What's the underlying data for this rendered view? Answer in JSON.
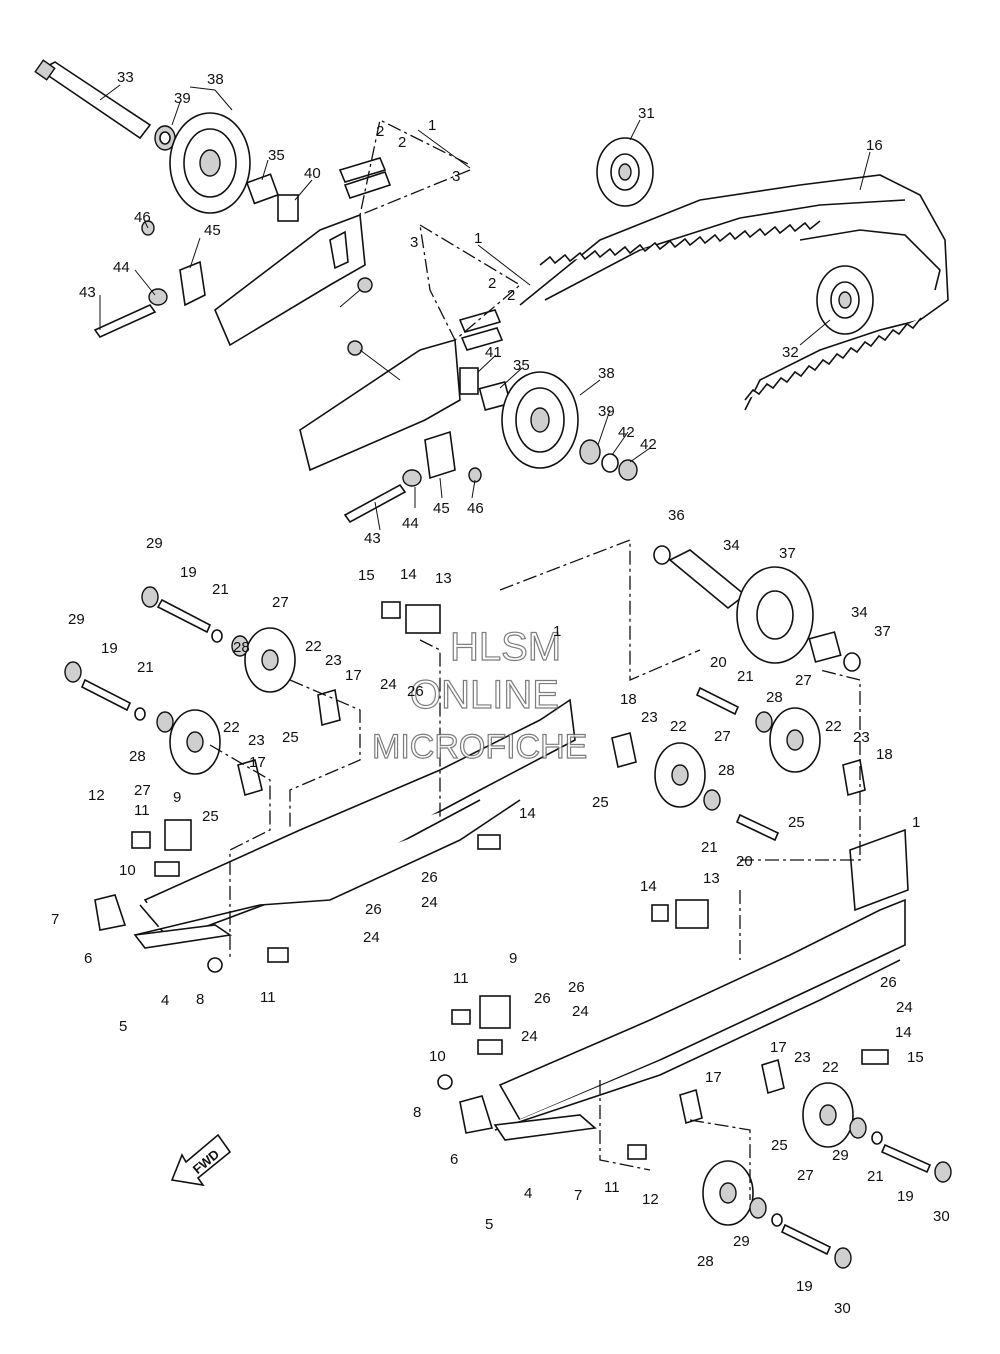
{
  "watermark": {
    "line1": "HLSM",
    "line2": "ONLINE",
    "line3": "MICROFICHE"
  },
  "direction_label": "FWD",
  "callouts": [
    "1",
    "1",
    "1",
    "1",
    "2",
    "2",
    "2",
    "2",
    "3",
    "3",
    "4",
    "4",
    "5",
    "5",
    "6",
    "6",
    "7",
    "7",
    "8",
    "8",
    "9",
    "9",
    "10",
    "10",
    "11",
    "11",
    "11",
    "11",
    "12",
    "12",
    "13",
    "13",
    "14",
    "14",
    "14",
    "14",
    "15",
    "15",
    "16",
    "17",
    "17",
    "17",
    "17",
    "18",
    "18",
    "19",
    "19",
    "19",
    "19",
    "20",
    "20",
    "21",
    "21",
    "21",
    "21",
    "21",
    "22",
    "22",
    "22",
    "22",
    "22",
    "23",
    "23",
    "23",
    "23",
    "23",
    "24",
    "24",
    "24",
    "24",
    "24",
    "24",
    "25",
    "25",
    "25",
    "25",
    "25",
    "26",
    "26",
    "26",
    "26",
    "26",
    "26",
    "27",
    "27",
    "27",
    "27",
    "27",
    "28",
    "28",
    "28",
    "28",
    "28",
    "29",
    "29",
    "29",
    "29",
    "30",
    "30",
    "31",
    "32",
    "33",
    "34",
    "34",
    "35",
    "35",
    "36",
    "37",
    "37",
    "38",
    "38",
    "39",
    "39",
    "40",
    "41",
    "42",
    "42",
    "43",
    "43",
    "44",
    "44",
    "45",
    "45",
    "46",
    "46"
  ]
}
